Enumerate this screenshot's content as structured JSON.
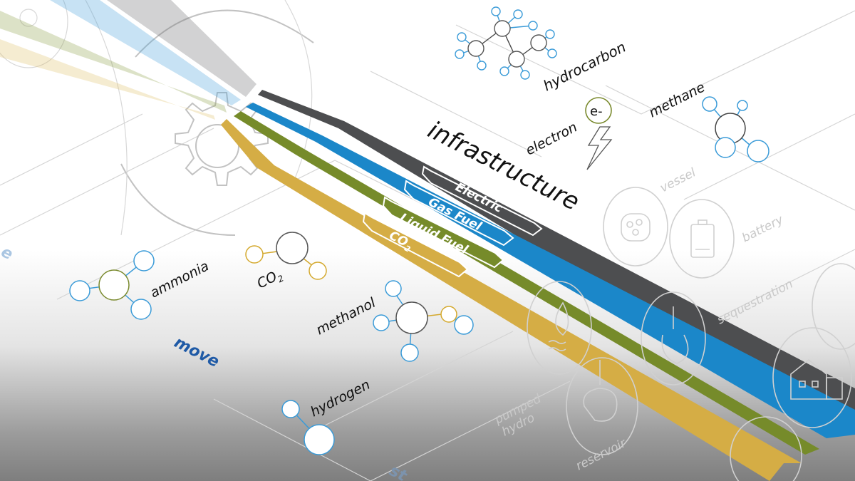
{
  "title": "infrastructure",
  "bands": [
    {
      "label": "Electric",
      "color": "#4d4e50"
    },
    {
      "label": "Gas Fuel",
      "color": "#1b87c9"
    },
    {
      "label": "Liquid Fuel",
      "color": "#768b2a"
    },
    {
      "label": "CO",
      "sub": "2",
      "color": "#d5ad45"
    }
  ],
  "molecules": {
    "hydrocarbon": "hydrocarbon",
    "electron": "electron",
    "electron_symbol": "e-",
    "methane": "methane",
    "ammonia": "ammonia",
    "co2_main": "CO",
    "co2_sub": "2",
    "methanol": "methanol",
    "hydrogen": "hydrogen"
  },
  "ghost_labels": {
    "vessel": "vessel",
    "battery": "battery",
    "sequestration": "sequestration",
    "pumped": "pumped",
    "hydro": "hydro",
    "reservoir": "reservoir"
  },
  "verbs": {
    "move": "move",
    "left_edge": "e",
    "bottom_edge": "st"
  },
  "colors": {
    "blue_atom": "#3a9bd8",
    "olive_atom": "#7a8a2e",
    "gold_atom": "#d4a92e",
    "dark_atom": "#555555",
    "verb_blue": "#1f5aa6"
  }
}
